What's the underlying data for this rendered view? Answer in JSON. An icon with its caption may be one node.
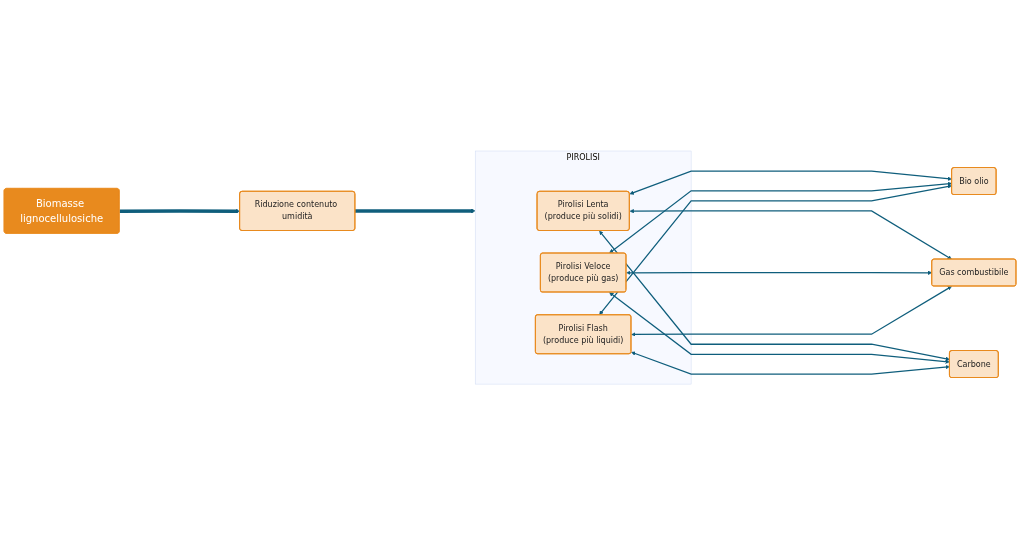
{
  "diagram": {
    "nodes": [
      {
        "text": [
          "Biomasse lignocellulosiche"
        ]
      },
      {
        "text": [
          "Riduzione contenuto umidità"
        ]
      },
      {
        "text": [
          "PIROLISI"
        ]
      },
      {
        "text": [
          "Pirolisi Lenta",
          "(produce più solidi)"
        ],
        "in": 2
      },
      {
        "text": [
          "Pirolisi Veloce",
          "(produce più gas)"
        ],
        "in": 2
      },
      {
        "text": [
          "Pirolisi Flash",
          "(produce più liquidi)"
        ],
        "in": 2
      },
      {
        "text": [
          "Bio olio"
        ]
      },
      {
        "text": [
          "Gas combustibile"
        ]
      },
      {
        "text": [
          "Carbone"
        ]
      }
    ],
    "edges": [
      {
        "from": 0,
        "to": 1,
        "arrow": "to",
        "style": "thick"
      },
      {
        "from": 1,
        "to": 2,
        "arrow": "to",
        "style": "thick"
      },
      {
        "from": 3,
        "to": 6,
        "arrow": "both"
      },
      {
        "from": 3,
        "to": 7,
        "arrow": "both"
      },
      {
        "from": 3,
        "to": 8,
        "arrow": "both"
      },
      {
        "from": 4,
        "to": 6,
        "arrow": "both"
      },
      {
        "from": 4,
        "to": 7,
        "arrow": "both"
      },
      {
        "from": 4,
        "to": 8,
        "arrow": "both"
      },
      {
        "from": 5,
        "to": 6,
        "arrow": "both"
      },
      {
        "from": 5,
        "to": 7,
        "arrow": "both"
      },
      {
        "from": 5,
        "to": 8,
        "arrow": "both"
      }
    ]
  }
}
